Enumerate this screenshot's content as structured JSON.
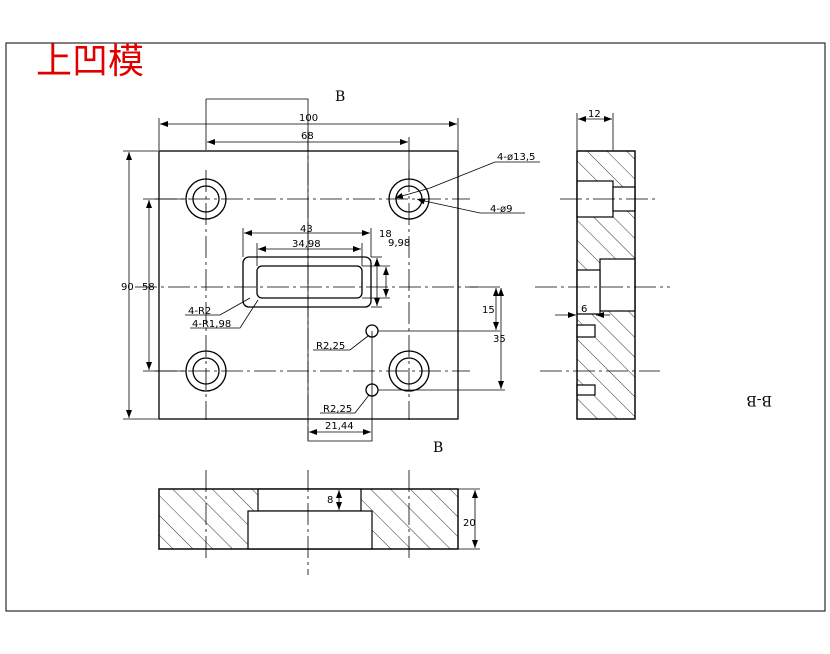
{
  "title": "上凹模",
  "section_mark": "B",
  "section_label": "B-B",
  "dimensions": {
    "width_100": "100",
    "hole_spacing_68": "68",
    "height_90": "90",
    "hole_spacing_58": "58",
    "cavity_43": "43",
    "cavity_34_98": "34,98",
    "cavity_18": "18",
    "cavity_9_98": "9,98",
    "dist_15": "15",
    "dist_35": "35",
    "pin_offset_21_44": "21,44",
    "side_width_12": "12",
    "side_depth_6": "6",
    "bottom_depth_8": "8",
    "bottom_thickness_20": "20"
  },
  "callouts": {
    "counterbore": "4-ø13,5",
    "through_hole": "4-ø9",
    "outer_radius": "4-R2",
    "inner_radius": "4-R1,98",
    "pin_radius_1": "R2,25",
    "pin_radius_2": "R2,25"
  }
}
